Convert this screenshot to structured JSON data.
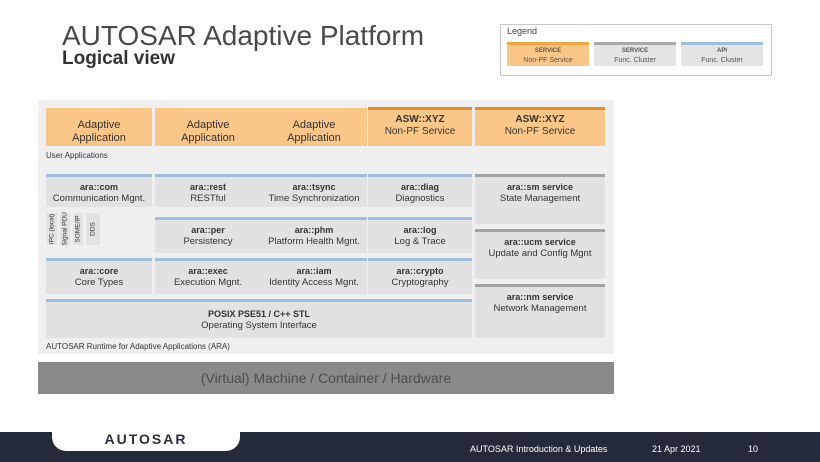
{
  "header": {
    "title": "AUTOSAR Adaptive Platform",
    "subtitle": "Logical view"
  },
  "legend": {
    "title": "Legend",
    "items": [
      {
        "line1": "SERVICE",
        "line2": "Non-PF Service",
        "color": "#fbc788"
      },
      {
        "line1": "SERVICE",
        "line2": "Func. Cluster",
        "color": "#e4e4e4"
      },
      {
        "line1": "API",
        "line2": "Func. Cluster",
        "color": "#9fbfe0"
      }
    ]
  },
  "apps": [
    {
      "line1": "Adaptive",
      "line2": "Application"
    },
    {
      "line1": "Adaptive",
      "line2": "Application"
    },
    {
      "line1": "Adaptive",
      "line2": "Application"
    }
  ],
  "nonpf": [
    {
      "line1": "ASW::XYZ",
      "line2": "Non-PF Service"
    },
    {
      "line1": "ASW::XYZ",
      "line2": "Non-PF Service"
    }
  ],
  "labels": {
    "user_apps": "User Applications",
    "ara": "AUTOSAR Runtime for Adaptive Applications (ARA)"
  },
  "clusters": {
    "com": {
      "line1": "ara::com",
      "line2": "Communication Mgnt."
    },
    "rest": {
      "line1": "ara::rest",
      "line2": "RESTful"
    },
    "tsync": {
      "line1": "ara::tsync",
      "line2": "Time Synchronization"
    },
    "diag": {
      "line1": "ara::diag",
      "line2": "Diagnostics"
    },
    "per": {
      "line1": "ara::per",
      "line2": "Persistency"
    },
    "phm": {
      "line1": "ara::phm",
      "line2": "Platform Health Mgnt."
    },
    "log": {
      "line1": "ara::log",
      "line2": "Log & Trace"
    },
    "core": {
      "line1": "ara::core",
      "line2": "Core Types"
    },
    "exec": {
      "line1": "ara::exec",
      "line2": "Execution Mgnt."
    },
    "iam": {
      "line1": "ara::iam",
      "line2": "Identity Access Mgnt."
    },
    "crypto": {
      "line1": "ara::crypto",
      "line2": "Cryptography"
    },
    "posix": {
      "line1": "POSIX PSE51 / C++ STL",
      "line2": "Operating System Interface"
    }
  },
  "transports": [
    "IPC (local)",
    "Signal PDU",
    "SOME/IP",
    "DDS"
  ],
  "services": {
    "sm": {
      "line1": "ara::sm service",
      "line2": "State Management"
    },
    "ucm": {
      "line1": "ara::ucm service",
      "line2": "Update and Config  Mgnt"
    },
    "nm": {
      "line1": "ara::nm service",
      "line2": "Network Management"
    }
  },
  "machine": "(Virtual) Machine / Container / Hardware",
  "footer": {
    "logo": "AUTOSAR",
    "doc": "AUTOSAR Introduction & Updates",
    "date": "21 Apr 2021",
    "page": "10"
  }
}
